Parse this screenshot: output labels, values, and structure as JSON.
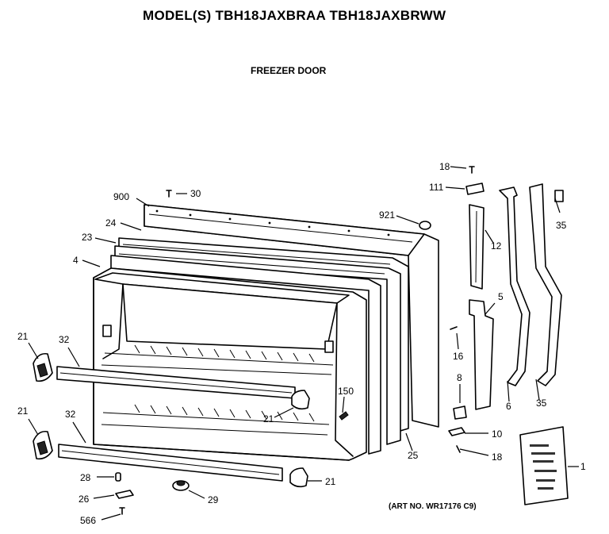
{
  "header": {
    "model_line": "MODEL(S) TBH18JAXBRAA TBH18JAXBRWW",
    "section_title": "FREEZER DOOR",
    "art_number": "(ART NO. WR17176 C9)"
  },
  "callouts": {
    "c1": "1",
    "c4": "4",
    "c5": "5",
    "c6": "6",
    "c8": "8",
    "c10": "10",
    "c12": "12",
    "c16": "16",
    "c18a": "18",
    "c18b": "18",
    "c21a": "21",
    "c21b": "21",
    "c21c": "21",
    "c21d": "21",
    "c23": "23",
    "c24": "24",
    "c25": "25",
    "c26": "26",
    "c28": "28",
    "c29": "29",
    "c30": "30",
    "c32a": "32",
    "c32b": "32",
    "c35a": "35",
    "c35b": "35",
    "c111": "111",
    "c150": "150",
    "c566": "566",
    "c900": "900",
    "c921": "921"
  }
}
